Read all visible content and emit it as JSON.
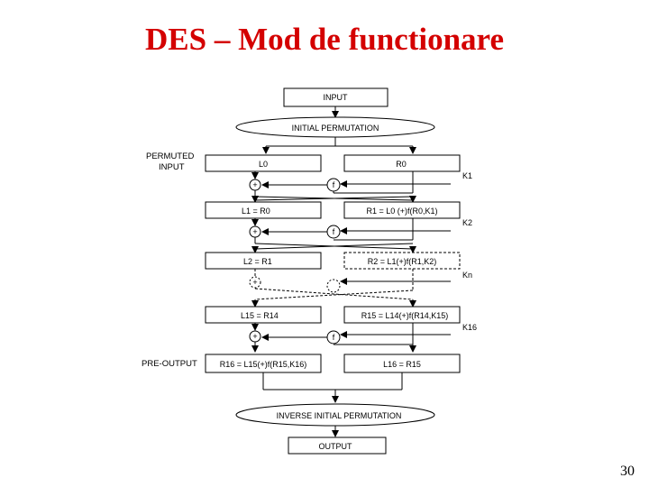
{
  "slide": {
    "title": "DES – Mod de functionare",
    "page_number": "30"
  },
  "diagram": {
    "input": "INPUT",
    "initial_permutation": "INITIAL PERMUTATION",
    "permuted_input": [
      "PERMUTED",
      "INPUT"
    ],
    "round0": {
      "left": "L0",
      "right": "R0",
      "key": "K1"
    },
    "round1": {
      "left": "L1 = R0",
      "right": "R1 = L0 (+)f(R0,K1)",
      "key": "K2"
    },
    "round2": {
      "left": "L2 = R1",
      "right": "R2 = L1(+)f(R1,K2)",
      "key": "Kn"
    },
    "round15": {
      "left": "L15 = R14",
      "right": "R15 = L14(+)f(R14,K15)",
      "key": "K16"
    },
    "pre_output": "PRE-OUTPUT",
    "round16": {
      "left": "R16 = L15(+)f(R15,K16)",
      "right": "L16 = R15"
    },
    "xor_symbol": "+",
    "f_symbol": "f",
    "inverse_initial_permutation": "INVERSE INITIAL PERMUTATION",
    "output": "OUTPUT"
  }
}
